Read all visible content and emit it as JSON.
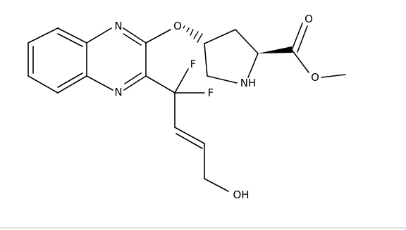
{
  "molecule": {
    "atom_labels": {
      "n_top": "N",
      "n_bottom": "N",
      "ether_o": "O",
      "carbonyl_o": "O",
      "ester_o": "O",
      "nh": "NH",
      "f_top": "F",
      "f_right": "F",
      "oh": "OH"
    }
  },
  "colors": {
    "bond": "#000000",
    "background": "#ffffff",
    "footer_rule": "#d7d7d7"
  }
}
